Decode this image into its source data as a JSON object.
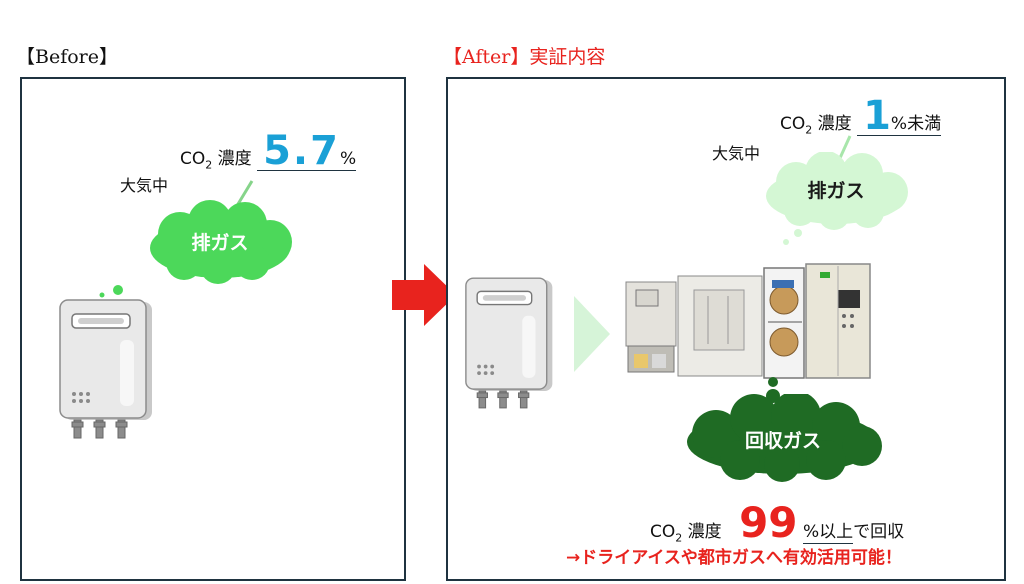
{
  "before": {
    "heading": "【Before】",
    "co2_label": "CO",
    "co2_sub": "2",
    "co2_word": "濃度",
    "co2_value": "5.7",
    "co2_unit": "%",
    "atmosphere": "大気中",
    "cloud_label": "排ガス"
  },
  "after": {
    "heading": "【After】実証内容",
    "co2_label": "CO",
    "co2_sub": "2",
    "co2_word": "濃度",
    "co2_value": "1",
    "co2_unit": "%未満",
    "atmosphere": "大気中",
    "cloud_label": "排ガス",
    "recovered_label": "回収ガス",
    "recovery_co2_label": "CO",
    "recovery_co2_sub": "2",
    "recovery_co2_word": "濃度",
    "recovery_value": "99",
    "recovery_unit": "%以上",
    "recovery_suffix": "で回収",
    "cta": "→ドライアイスや都市ガスへ有効活用可能！"
  },
  "colors": {
    "panel_border": "#1f3340",
    "accent_blue": "#1aa0d6",
    "cloud_light": "#4cd85a",
    "cloud_pale": "#d4f7d4",
    "cloud_dark": "#1f6b24",
    "arrow_red": "#e8231e",
    "arrow_pale": "#d6f4d8"
  },
  "icons": [
    "water-heater-icon",
    "arrow-right-icon",
    "co2-capture-equipment-icon"
  ]
}
